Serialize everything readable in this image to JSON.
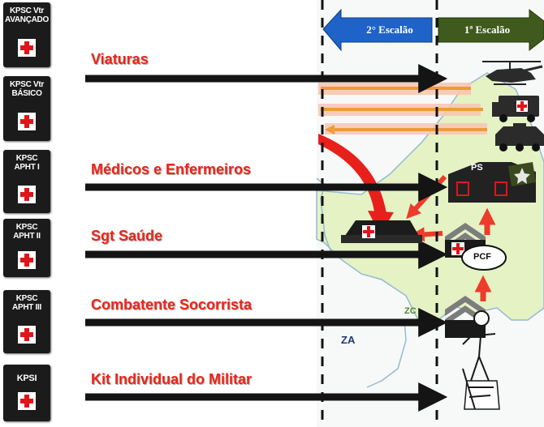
{
  "kits": [
    {
      "label": "KPSC Vtr\nAVANÇADO"
    },
    {
      "label": "KPSC Vtr\nBÁSICO"
    },
    {
      "label": "KPSC\nAPHT I"
    },
    {
      "label": "KPSC\nAPHT II"
    },
    {
      "label": "KPSC\nAPHT III"
    },
    {
      "label": "KPSI"
    }
  ],
  "flows": [
    {
      "label": "Viaturas"
    },
    {
      "label": "Médicos e Enfermeiros"
    },
    {
      "label": "Sgt Saúde"
    },
    {
      "label": "Combatente Socorrista"
    },
    {
      "label": "Kit Individual do Militar"
    }
  ],
  "echelons": {
    "second": "2° Escalão",
    "first": "1ª Escalão"
  },
  "map_labels": {
    "ps": "PS",
    "pcf": "PCF",
    "zc": "ZC",
    "za": "ZA"
  },
  "colors": {
    "flow_text": "#ef2316",
    "second_echelon": "#1f63c9",
    "first_echelon": "#3f5a1c",
    "zone_fill": "#e4f2c4",
    "medical_red": "#e0141c"
  }
}
